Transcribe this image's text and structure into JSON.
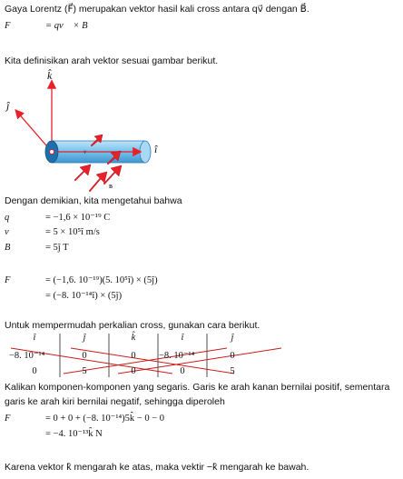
{
  "intro": {
    "line1": "Gaya Lorentz (F⃗) merupakan vektor hasil kali cross antara qv⃗ dengan B⃗.",
    "eq_lhs": "F⃗",
    "eq_rhs": "= qv⃗ × B⃗"
  },
  "definition_text": "Kita definisikan arah vektor sesuai gambar berikut.",
  "figure": {
    "label_k": "k̂",
    "label_j": "ĵ",
    "label_i": "î",
    "label_v": "v",
    "label_B": "B"
  },
  "known_intro": "Dengan demikian, kita mengetahui bahwa",
  "knowns": [
    {
      "lhs": "q",
      "rhs": "= −1,6 × 10⁻¹⁹ C"
    },
    {
      "lhs": "v⃗",
      "rhs": "= 5 × 10⁵î m/s"
    },
    {
      "lhs": "B⃗",
      "rhs": "= 5ĵ T"
    }
  ],
  "calc": {
    "lhs": "F⃗",
    "line1": "= (−1,6. 10⁻¹⁹)(5. 10⁵î) × (5ĵ)",
    "line2": "= (−8. 10⁻¹⁴î) × (5ĵ)"
  },
  "cross_intro": "Untuk mempermudah perkalian cross, gunakan cara berikut.",
  "cross_table": {
    "headers": [
      "î",
      "ĵ",
      "k̂",
      "î",
      "ĵ"
    ],
    "row1": [
      "−8. 10⁻¹⁴",
      "0",
      "0",
      "−8. 10⁻¹⁴",
      "0"
    ],
    "row2": [
      "0",
      "5",
      "0",
      "0",
      "5"
    ]
  },
  "rule_text1": "Kalikan komponen-komponen yang segaris. Garis ke arah kanan bernilai positif, sementara",
  "rule_text2": "garis ke arah kiri bernilai negatif, sehingga diperoleh",
  "result": {
    "lhs": "F⃗",
    "line1": "= 0 + 0 + (−8. 10⁻¹⁴)5k̂ − 0 − 0",
    "line2": "= −4. 10⁻¹³k̂ N"
  },
  "conclusion": "Karena vektor k̂ mengarah ke atas, maka vektir −k̂ mengarah ke bawah.",
  "colors": {
    "arrow": "#e8202a",
    "cylinder": "#5fb4e8",
    "cross_line": "#cc1a1a"
  }
}
